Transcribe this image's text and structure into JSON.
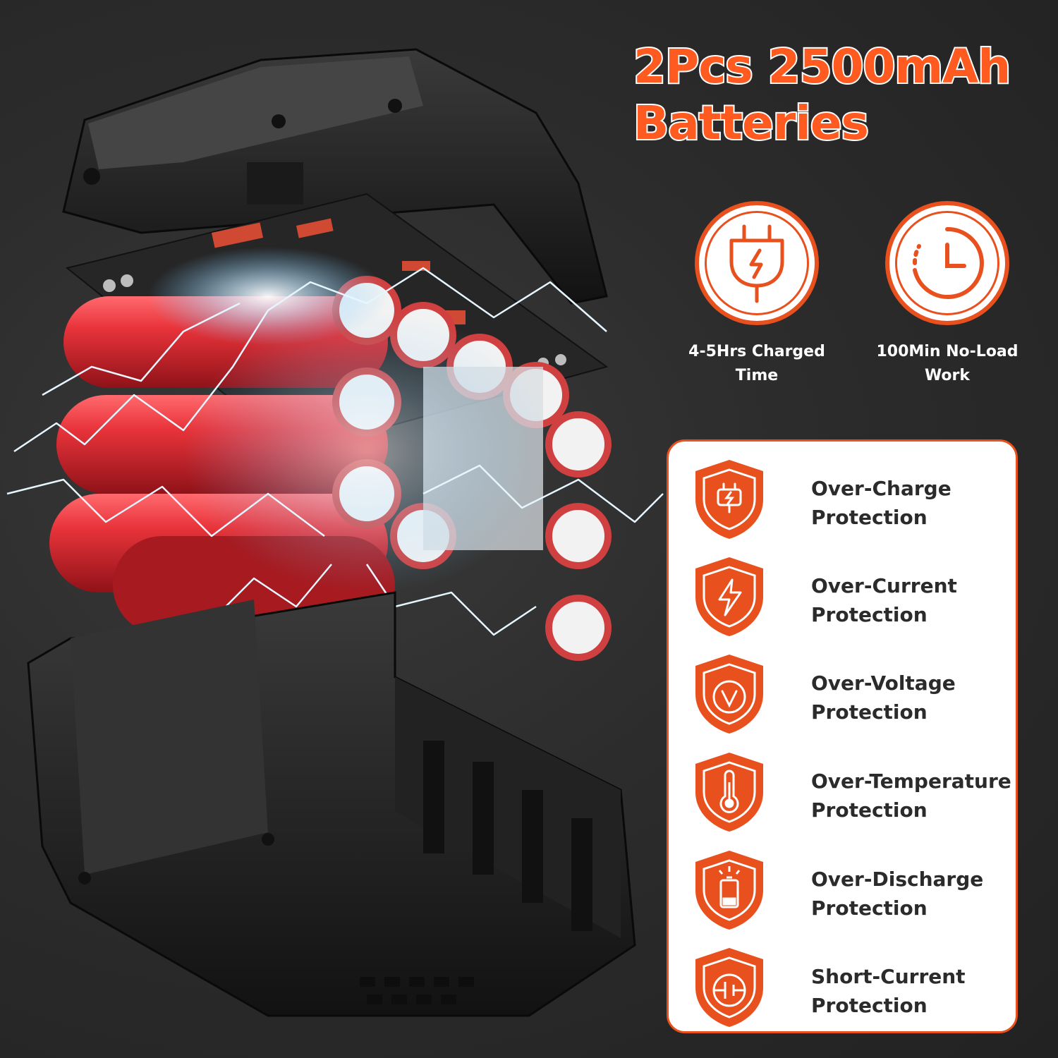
{
  "headline": {
    "line1": "2Pcs 2500mAh",
    "line2": "Batteries"
  },
  "colors": {
    "accent": "#e8501e",
    "headline": "#ff5a1f",
    "background": "#2c2c2c",
    "cell_red": "#e8333a"
  },
  "features": [
    {
      "icon": "plug-icon",
      "line1": "4-5Hrs Charged",
      "line2": "Time"
    },
    {
      "icon": "clock-icon",
      "line1": "100Min No-Load",
      "line2": "Work"
    }
  ],
  "protections": [
    {
      "icon": "plug-shield-icon",
      "line1": "Over-Charge",
      "line2": "Protection"
    },
    {
      "icon": "lightning-shield-icon",
      "line1": "Over-Current",
      "line2": "Protection"
    },
    {
      "icon": "voltage-shield-icon",
      "line1": "Over-Voltage",
      "line2": "Protection"
    },
    {
      "icon": "thermometer-shield-icon",
      "line1": "Over-Temperature",
      "line2": "Protection"
    },
    {
      "icon": "battery-shield-icon",
      "line1": "Over-Discharge",
      "line2": "Protection"
    },
    {
      "icon": "short-circuit-shield-icon",
      "line1": "Short-Current",
      "line2": "Protection"
    }
  ]
}
